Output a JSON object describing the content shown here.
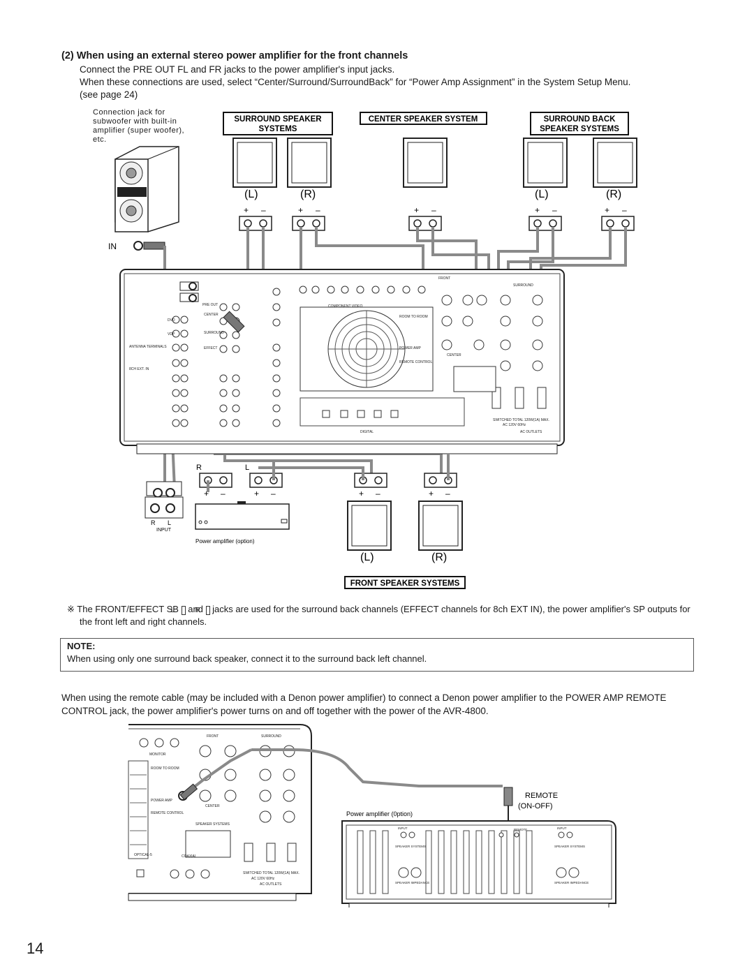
{
  "section": {
    "heading": "(2)  When using an external stereo power amplifier for the front channels",
    "line1": "Connect the PRE OUT FL and FR jacks to the power amplifier's input jacks.",
    "line2": "When these connections are used, select “Center/Surround/SurroundBack” for “Power Amp Assignment” in the System Setup Menu.",
    "line3": "(see page 24)"
  },
  "diagram": {
    "subwoofer_note": "Connection jack for subwoofer with built-in amplifier (super woofer), etc.",
    "in_label": "IN",
    "surround_label_1": "SURROUND SPEAKER",
    "surround_label_2": "SYSTEMS",
    "center_label": "CENTER SPEAKER SYSTEM",
    "surround_back_label_1": "SURROUND BACK",
    "surround_back_label_2": "SPEAKER SYSTEMS",
    "left": "(L)",
    "right": "(R)",
    "plus": "+",
    "minus": "–",
    "amp_r": "R",
    "amp_l": "L",
    "input_label": "INPUT",
    "power_amp_option": "Power amplifier (option)",
    "front_label": "FRONT SPEAKER SYSTEMS"
  },
  "footnote": {
    "mark": "※",
    "text_a": "The FRONT/EFFECT SB",
    "key_l": "L",
    "and": "and",
    "key_r": "R",
    "text_b": "jacks are used for the surround back channels (EFFECT channels for 8ch EXT IN), the power amplifier's SP outputs for the front left and right channels."
  },
  "note": {
    "title": "NOTE:",
    "text": "When using only one surround back speaker, connect it to the surround back left channel."
  },
  "remote_paragraph": "When using the remote cable (may be included with a Denon power amplifier) to connect a Denon power amplifier to the POWER AMP REMOTE CONTROL jack, the power amplifier's power turns on and off together with the power of the AVR-4800.",
  "remote_diagram": {
    "remote": "REMOTE",
    "on_off": "(ON-OFF)",
    "power_amp_option": "Power amplifier (0ption)"
  },
  "page_number": "14"
}
